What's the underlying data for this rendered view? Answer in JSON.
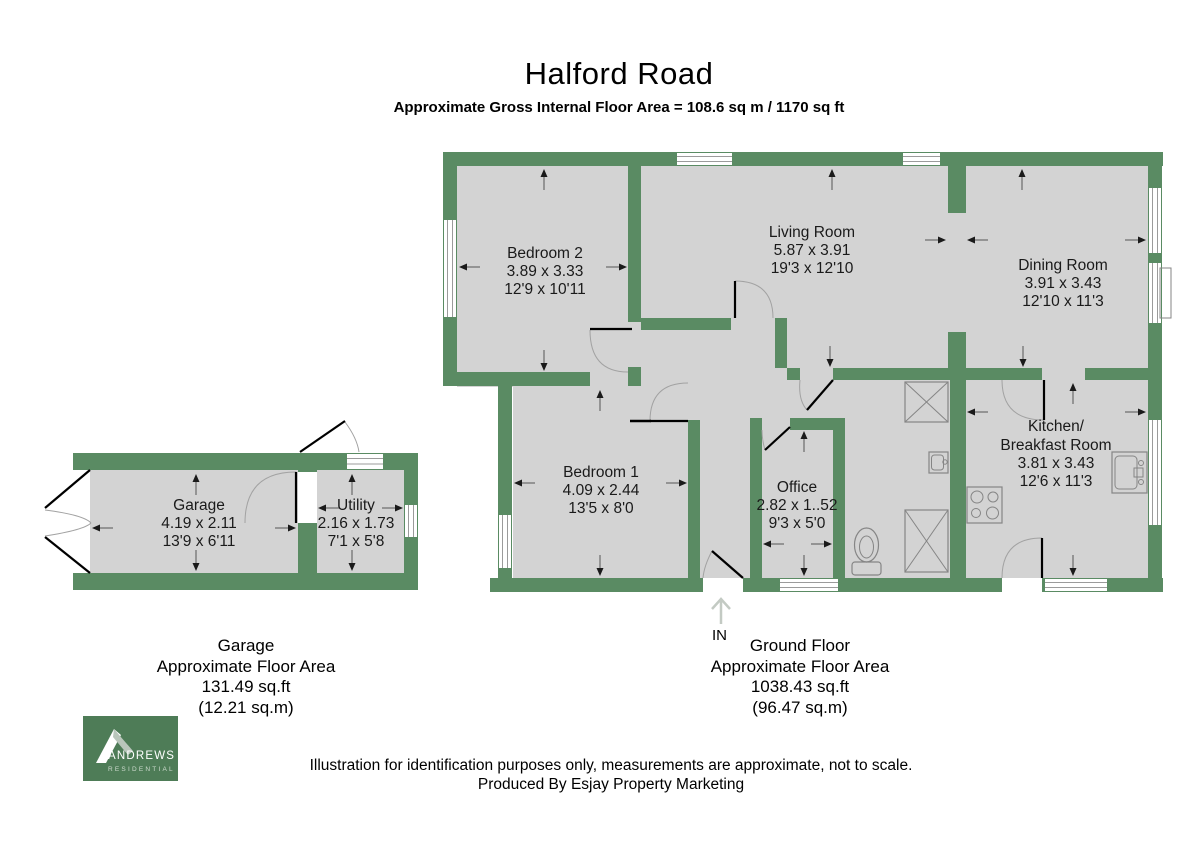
{
  "header": {
    "title": "Halford Road",
    "subtitle": "Approximate Gross Internal Floor Area = 108.6 sq m / 1170 sq ft"
  },
  "rooms": {
    "bedroom2": {
      "name": "Bedroom 2",
      "metric": "3.89 x 3.33",
      "imperial": "12'9 x 10'11"
    },
    "living_room": {
      "name": "Living Room",
      "metric": "5.87 x 3.91",
      "imperial": "19'3 x 12'10"
    },
    "dining_room": {
      "name": "Dining Room",
      "metric": "3.91 x 3.43",
      "imperial": "12'10 x 11'3"
    },
    "kitchen": {
      "name_line1": "Kitchen/",
      "name_line2": "Breakfast Room",
      "metric": "3.81 x 3.43",
      "imperial": "12'6 x 11'3"
    },
    "bedroom1": {
      "name": "Bedroom 1",
      "metric": "4.09 x 2.44",
      "imperial": "13'5 x 8'0"
    },
    "office": {
      "name": "Office",
      "metric": "2.82 x 1..52",
      "imperial": "9'3 x 5'0"
    },
    "garage": {
      "name": "Garage",
      "metric": "4.19 x 2.11",
      "imperial": "13'9 x 6'11"
    },
    "utility": {
      "name": "Utility",
      "metric": "2.16 x 1.73",
      "imperial": "7'1 x 5'8"
    }
  },
  "entrance_label": "IN",
  "area_summaries": {
    "garage": {
      "title": "Garage",
      "line2": "Approximate Floor Area",
      "sqft": "131.49 sq.ft",
      "sqm": "(12.21 sq.m)"
    },
    "ground_floor": {
      "title": "Ground Floor",
      "line2": "Approximate Floor Area",
      "sqft": "1038.43 sq.ft",
      "sqm": "(96.47 sq.m)"
    }
  },
  "logo": {
    "brand": "ANDREWS",
    "tagline": "RESIDENTIAL"
  },
  "footer": {
    "line1": "Illustration for identification purposes only, measurements are approximate, not to scale.",
    "line2": "Produced By Esjay Property Marketing"
  },
  "colors": {
    "wall_green": "#5a8b63",
    "floor_gray": "#d3d3d3",
    "logo_green": "#4e7c57"
  }
}
